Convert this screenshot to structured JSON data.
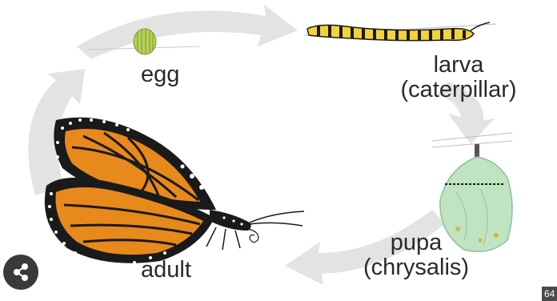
{
  "diagram": {
    "stages": {
      "egg": "egg",
      "larva_line1": "larva",
      "larva_line2": "(caterpillar)",
      "pupa_line1": "pupa",
      "pupa_line2": "(chrysalis)",
      "adult": "adult"
    }
  },
  "overlay": {
    "badge_text": "64",
    "share_icon": "share-icon"
  },
  "colors": {
    "arrow": "#e3e3e3",
    "label_text": "#2a2a2a",
    "egg": "#b7cf55",
    "caterpillar_stripe_yellow": "#f2d23a",
    "chrysalis": "#bfe4c2",
    "wing_orange": "#e8891c",
    "wing_black": "#1a1a1a"
  }
}
